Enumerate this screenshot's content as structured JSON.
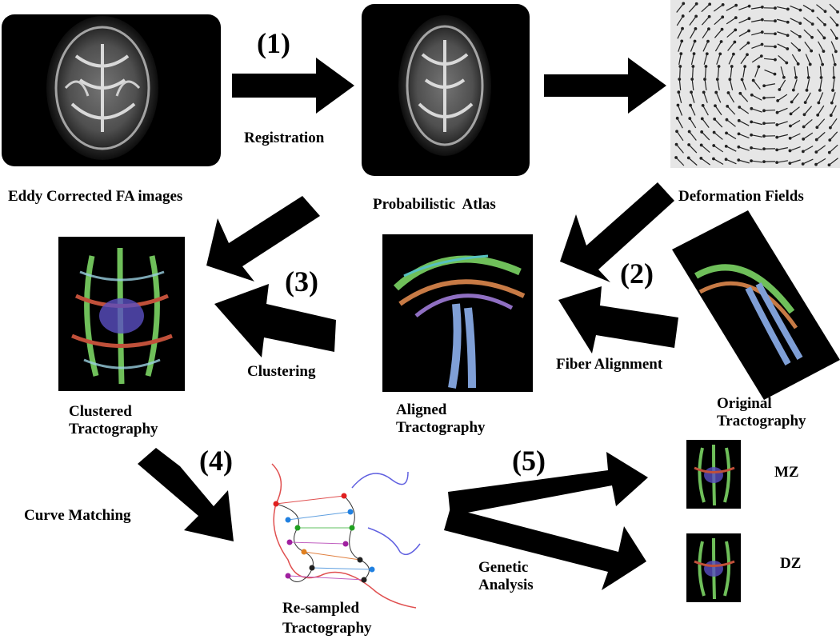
{
  "colors": {
    "arrow": "#000000",
    "panel_dark": "#000000",
    "field_bg": "#e6e6e6"
  },
  "steps": [
    "(1)",
    "(2)",
    "(3)",
    "(4)",
    "(5)"
  ],
  "labels": {
    "eddy_fa": "Eddy Corrected FA images",
    "registration": "Registration",
    "atlas": "Probabilistic  Atlas",
    "deformation": "Deformation Fields",
    "fiber_alignment": "Fiber Alignment",
    "clustering": "Clustering",
    "clustered_1": "Clustered",
    "clustered_2": "Tractography",
    "aligned_1": "Aligned",
    "aligned_2": "Tractography",
    "original_1": "Original",
    "original_2": "Tractography",
    "curve_matching": "Curve Matching",
    "resampled_1": "Re-sampled",
    "resampled_2": "Tractography",
    "genetic_1": "Genetic",
    "genetic_2": "Analysis",
    "mz": "MZ",
    "dz": "DZ"
  },
  "icons": {
    "fa_image": "brain-fa-slice-image",
    "atlas_image": "brain-atlas-slice-image",
    "deformation_image": "vector-field-image",
    "clustered_image": "clustered-tracts-image",
    "aligned_image": "aligned-tracts-image",
    "original_image": "original-tracts-image",
    "resampled_image": "resampled-curves-image",
    "mz_image": "mz-tracts-thumbnail",
    "dz_image": "dz-tracts-thumbnail"
  }
}
